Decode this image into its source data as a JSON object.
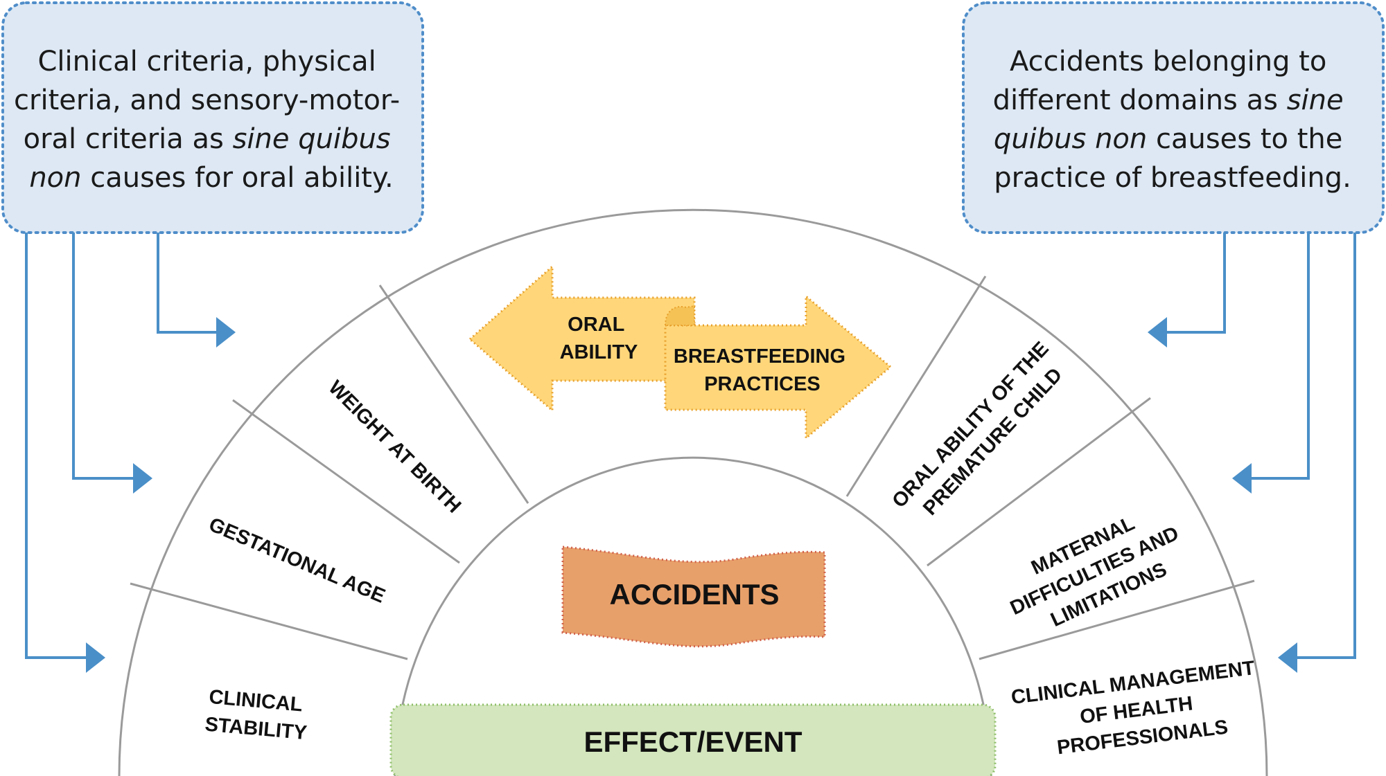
{
  "callouts": {
    "left": {
      "line1": "Clinical criteria, physical",
      "line2": "criteria, and sensory-motor-",
      "line3": "oral criteria as ",
      "line3_italic": "sine quibus",
      "line4_italic": "non",
      "line4": " causes for oral ability."
    },
    "right": {
      "line1": "Accidents belonging to",
      "line2": "different domains as ",
      "line2_italic": "sine",
      "line3_italic": "quibus non",
      "line3": " causes to the",
      "line4": "practice of breastfeeding."
    }
  },
  "segments": {
    "clinical_stability": [
      "CLINICAL",
      "STABILITY"
    ],
    "gestational_age": [
      "GESTATIONAL AGE"
    ],
    "weight_at_birth": [
      "WEIGHT AT BIRTH"
    ],
    "oral_ability_premature": [
      "ORAL ABILITY OF THE",
      "PREMATURE CHILD"
    ],
    "maternal_difficulties": [
      "MATERNAL",
      "DIFFICULTIES AND",
      "LIMITATIONS"
    ],
    "clinical_management": [
      "CLINICAL MANAGEMENT",
      "OF HEALTH",
      "PROFESSIONALS"
    ]
  },
  "center": {
    "oral_ability": [
      "ORAL",
      "ABILITY"
    ],
    "breastfeeding_practices": [
      "BREASTFEEDING",
      "PRACTICES"
    ],
    "accidents": "ACCIDENTS",
    "effect_event": "EFFECT/EVENT"
  },
  "colors": {
    "callout_fill": "#dde8f4",
    "callout_border": "#4f8dc9",
    "connector_arrow": "#4a8fc8",
    "arc_stroke": "#9a9a9a",
    "yellow_arrow_fill": "#ffd77a",
    "yellow_arrow_border": "#e8a02c",
    "accidents_fill": "#e8a06a",
    "accidents_border": "#d0604a",
    "effect_fill": "#d3e6bd",
    "effect_border": "#8fbf6a"
  }
}
